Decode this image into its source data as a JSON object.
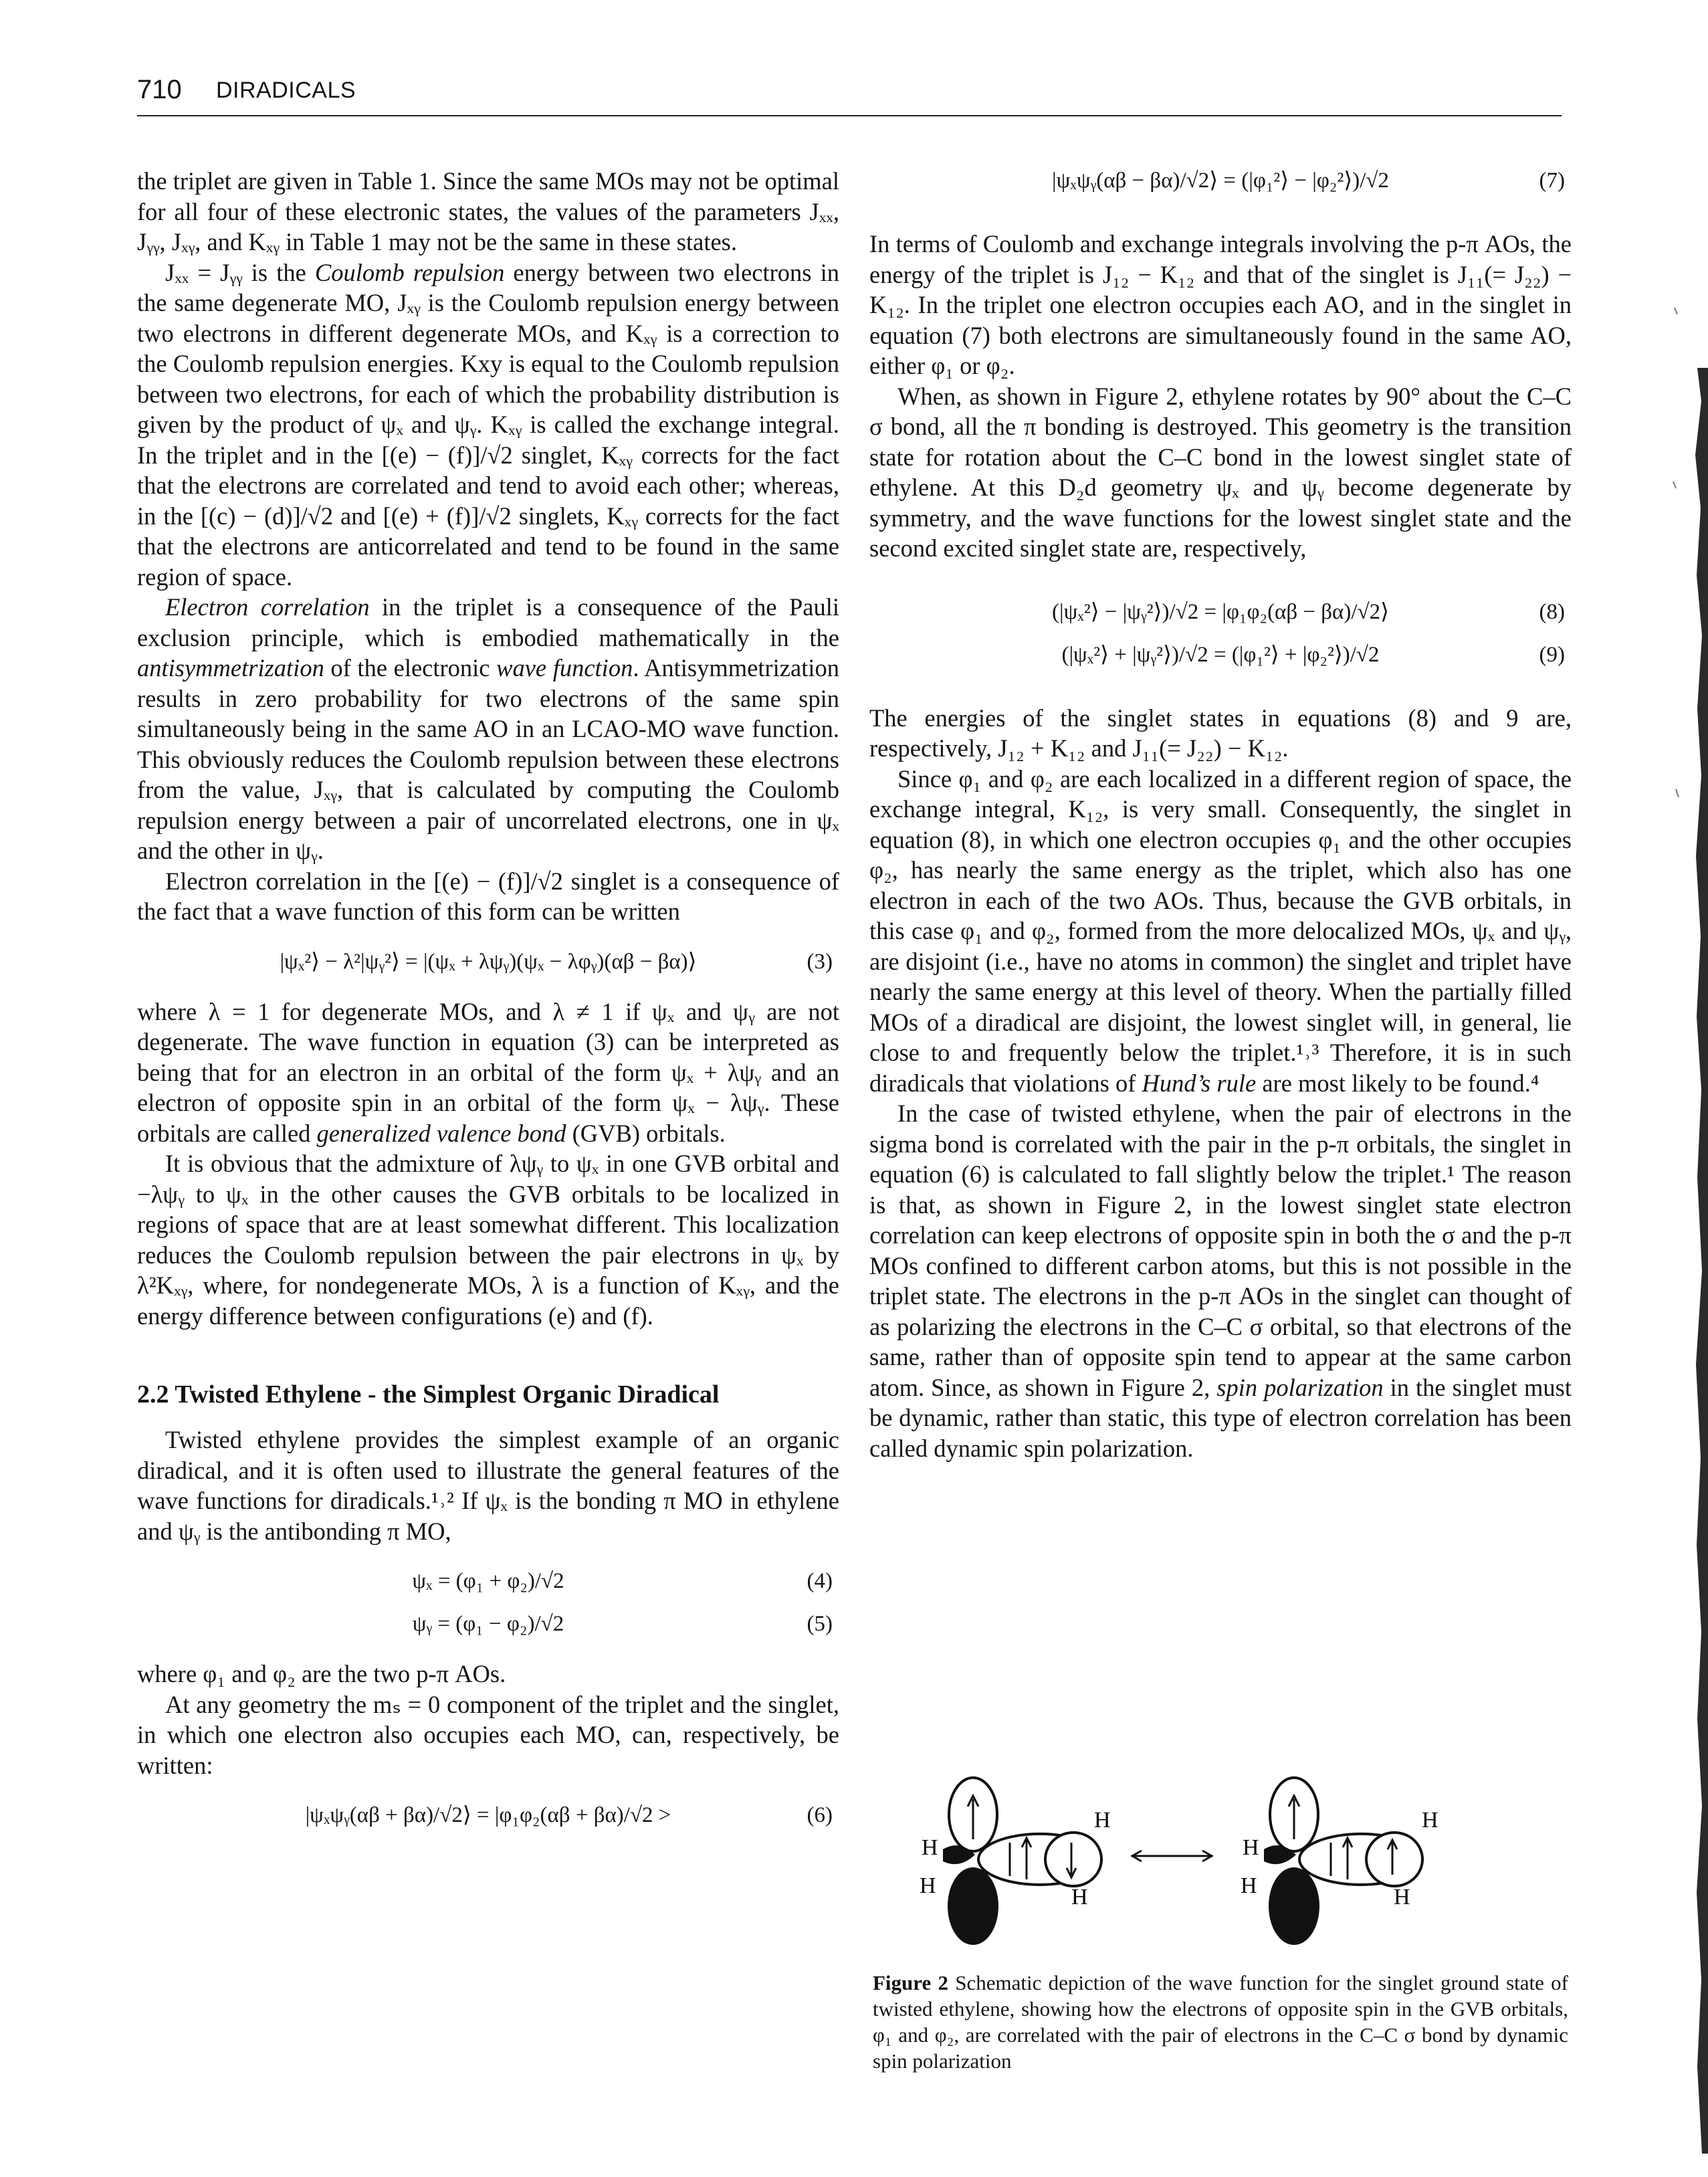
{
  "header": {
    "page_number": "710",
    "running_title": "DIRADICALS"
  },
  "left": {
    "p1": "the triplet are given in Table 1. Since the same MOs may not be optimal for all four of these electronic states, the values of the parameters Jₓₓ, Jᵧᵧ, Jₓᵧ, and Kₓᵧ in Table 1 may not be the same in these states.",
    "p2_a": "Jₓₓ = Jᵧᵧ is the ",
    "p2_em": "Coulomb repulsion",
    "p2_b": " energy between two electrons in the same degenerate MO, Jₓᵧ is the Coulomb repulsion energy between two electrons in different degenerate MOs, and Kₓᵧ is a correction to the Coulomb repulsion energies. Kxy is equal to the Coulomb repulsion between two electrons, for each of which the probability distribution is given by the product of ψₓ and ψᵧ. Kₓᵧ is called the exchange integral. In the triplet and in the [(e) − (f)]/√2 singlet, Kₓᵧ corrects for the fact that the electrons are correlated and tend to avoid each other; whereas, in the [(c) − (d)]/√2 and [(e) + (f)]/√2 singlets, Kₓᵧ corrects for the fact that the electrons are anticorrelated and tend to be found in the same region of space.",
    "p3_em1": "Electron correlation",
    "p3_a": " in the triplet is a consequence of the Pauli exclusion principle, which is embodied mathematically in the ",
    "p3_em2": "antisymmetrization",
    "p3_b": " of the electronic ",
    "p3_em3": "wave function",
    "p3_c": ". Antisymmetrization results in zero probability for two electrons of the same spin simultaneously being in the same AO in an LCAO-MO wave function. This obviously reduces the Coulomb repulsion between these electrons from the value, Jₓᵧ, that is calculated by computing the Coulomb repulsion energy between a pair of uncorrelated electrons, one in ψₓ and the other in ψᵧ.",
    "p4": "Electron correlation in the [(e) − (f)]/√2 singlet is a consequence of the fact that a wave function of this form can be written",
    "eq3": "|ψₓ²⟩ − λ²|ψᵧ²⟩ = |(ψₓ + λψᵧ)(ψₓ − λφᵧ)(αβ − βα)⟩",
    "eq3_num": "(3)",
    "p5_a": "where λ = 1 for degenerate MOs, and λ ≠ 1 if ψₓ and ψᵧ are not degenerate. The wave function in equation (3) can be interpreted as being that for an electron in an orbital of the form ψₓ + λψᵧ and an electron of opposite spin in an orbital of the form ψₓ − λψᵧ. These orbitals are called ",
    "p5_em": "generalized valence bond",
    "p5_b": " (GVB) orbitals.",
    "p6": "It is obvious that the admixture of λψᵧ to ψₓ in one GVB orbital and −λψᵧ to ψₓ in the other causes the GVB orbitals to be localized in regions of space that are at least somewhat different. This localization reduces the Coulomb repulsion between the pair electrons in ψₓ by λ²Kₓᵧ, where, for nondegenerate MOs, λ is a function of Kₓᵧ, and the energy difference between configurations (e) and (f).",
    "section": "2.2   Twisted Ethylene - the Simplest Organic Diradical",
    "p7": "Twisted ethylene provides the simplest example of an organic diradical, and it is often used to illustrate the general features of the wave functions for diradicals.¹˒² If ψₓ is the bonding π MO in ethylene and ψᵧ is the antibonding π MO,",
    "eq4": "ψₓ = (φ₁ + φ₂)/√2",
    "eq4_num": "(4)",
    "eq5": "ψᵧ = (φ₁ − φ₂)/√2",
    "eq5_num": "(5)",
    "p8": "where φ₁ and φ₂ are the two p-π AOs.",
    "p9": "At any geometry the mₛ = 0 component of the triplet and the singlet, in which one electron also occupies each MO, can, respectively, be written:",
    "eq6": "|ψₓψᵧ(αβ + βα)/√2⟩ = |φ₁φ₂(αβ + βα)/√2 >",
    "eq6_num": "(6)"
  },
  "right": {
    "eq7": "|ψₓψᵧ(αβ − βα)/√2⟩ = (|φ₁²⟩ − |φ₂²⟩)/√2",
    "eq7_num": "(7)",
    "p1": "In terms of Coulomb and exchange integrals involving the p-π AOs, the energy of the triplet is J₁₂ − K₁₂ and that of the singlet is J₁₁(= J₂₂) − K₁₂. In the triplet one electron occupies each AO, and in the singlet in equation (7) both electrons are simultaneously found in the same AO, either φ₁ or φ₂.",
    "p2": "When, as shown in Figure 2, ethylene rotates by 90° about the C–C σ bond, all the π bonding is destroyed. This geometry is the transition state for rotation about the C–C bond in the lowest singlet state of ethylene. At this D₂d geometry ψₓ and ψᵧ become degenerate by symmetry, and the wave functions for the lowest singlet state and the second excited singlet state are, respectively,",
    "eq8": "(|ψₓ²⟩ − |ψᵧ²⟩)/√2 = |φ₁φ₂(αβ − βα)/√2⟩",
    "eq8_num": "(8)",
    "eq9": "(|ψₓ²⟩ + |ψᵧ²⟩)/√2 = (|φ₁²⟩ + |φ₂²⟩)/√2",
    "eq9_num": "(9)",
    "p3": "The energies of the singlet states in equations (8) and 9 are, respectively, J₁₂ + K₁₂ and J₁₁(= J₂₂) − K₁₂.",
    "p4_a": "Since φ₁ and φ₂ are each localized in a different region of space, the exchange integral, K₁₂, is very small. Consequently, the singlet in equation (8), in which one electron occupies φ₁ and the other occupies φ₂, has nearly the same energy as the triplet, which also has one electron in each of the two AOs. Thus, because the GVB orbitals, in this case φ₁ and φ₂, formed from the more delocalized MOs, ψₓ and ψᵧ, are disjoint (i.e., have no atoms in common) the singlet and triplet have nearly the same energy at this level of theory. When the partially filled MOs of a diradical are disjoint, the lowest singlet will, in general, lie close to and frequently below the triplet.¹˒³ Therefore, it is in such diradicals that violations of ",
    "p4_em": "Hund’s rule",
    "p4_b": " are most likely to be found.⁴",
    "p5_a": "In the case of twisted ethylene, when the pair of electrons in the sigma bond is correlated with the pair in the p-π orbitals, the singlet in equation (6) is calculated to fall slightly below the triplet.¹ The reason is that, as shown in Figure 2, in the lowest singlet state electron correlation can keep electrons of opposite spin in both the σ and the p-π MOs confined to different carbon atoms, but this is not possible in the triplet state. The electrons in the p-π AOs in the singlet can thought of as polarizing the electrons in the C–C σ orbital, so that electrons of the same, rather than of opposite spin tend to appear at the same carbon atom. Since, as shown in Figure 2, ",
    "p5_em": "spin polarization",
    "p5_b": " in the singlet must be dynamic, rather than static, this type of electron correlation has been called dynamic spin polarization."
  },
  "figure": {
    "atom_label": "H",
    "caption_label": "Figure 2",
    "caption_text": "  Schematic depiction of the wave function for the singlet ground state of twisted ethylene, showing how the electrons of opposite spin in the GVB orbitals, φ₁ and φ₂, are correlated with the pair of electrons in the C–C σ bond by dynamic spin polarization"
  }
}
